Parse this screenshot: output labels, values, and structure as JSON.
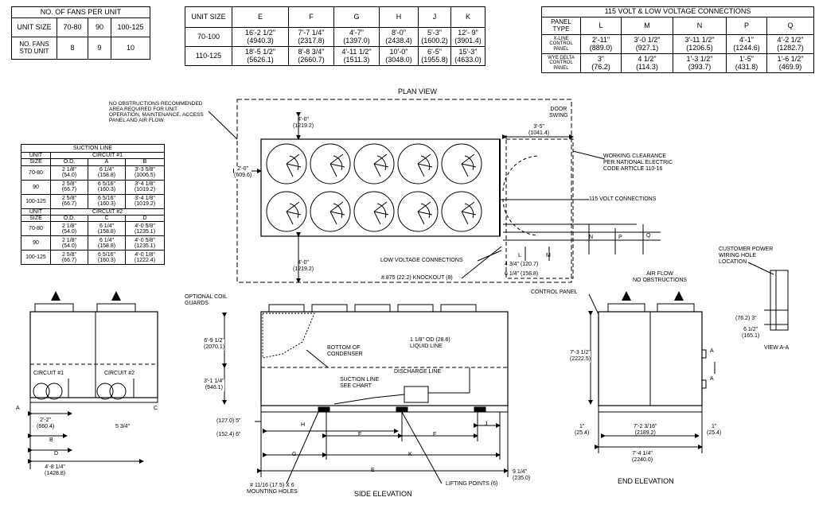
{
  "fans_table": {
    "title": "NO. OF FANS PER UNIT",
    "row1": [
      "UNIT SIZE",
      "70-80",
      "90",
      "100-125"
    ],
    "row2": [
      "NO. FANS\nSTD UNIT",
      "8",
      "9",
      "10"
    ]
  },
  "dims_table": {
    "headers": [
      "UNIT SIZE",
      "E",
      "F",
      "G",
      "H",
      "J",
      "K"
    ],
    "rows": [
      {
        "size": "70-100",
        "cells": [
          [
            "16'-2 1/2\"",
            "(4940.3)"
          ],
          [
            "7'-7 1/4\"",
            "(2317.8)"
          ],
          [
            "4'-7\"",
            "(1397.0)"
          ],
          [
            "8'-0\"",
            "(2438.4)"
          ],
          [
            "5'-3\"",
            "(1600.2)"
          ],
          [
            "12'- 9\"",
            "(3901.4)"
          ]
        ]
      },
      {
        "size": "110-125",
        "cells": [
          [
            "18'-5 1/2\"",
            "(5626.1)"
          ],
          [
            "8'-8 3/4\"",
            "(2660.7)"
          ],
          [
            "4'-11 1/2\"",
            "(1511.3)"
          ],
          [
            "10'-0\"",
            "(3048.0)"
          ],
          [
            "6'-5\"",
            "(1955.8)"
          ],
          [
            "15'-3\"",
            "(4633.0)"
          ]
        ]
      }
    ]
  },
  "volt_table": {
    "title": "115 VOLT & LOW VOLTAGE CONNECTIONS",
    "headers": [
      "PANEL TYPE",
      "L",
      "M",
      "N",
      "P",
      "Q"
    ],
    "rows": [
      {
        "type": "X-LINE CONTROL PANEL",
        "cells": [
          [
            "2'-11\"",
            "(889.0)"
          ],
          [
            "3'-0 1/2\"",
            "(927.1)"
          ],
          [
            "3'-11 1/2\"",
            "(1206.5)"
          ],
          [
            "4'-1\"",
            "(1244.6)"
          ],
          [
            "4'-2 1/2\"",
            "(1282.7)"
          ]
        ]
      },
      {
        "type": "WYE DELTA CONTROL PANEL",
        "cells": [
          [
            "3\"",
            "(76.2)"
          ],
          [
            "4 1/2\"",
            "(114.3)"
          ],
          [
            "1'-3 1/2\"",
            "(393.7)"
          ],
          [
            "1'-5\"",
            "(431.8)"
          ],
          [
            "1'-6 1/2\"",
            "(469.9)"
          ]
        ]
      }
    ]
  },
  "suction_table": {
    "title": "SUCTION LINE",
    "col_unit": "UNIT",
    "col_size": "SIZE",
    "od": "O.D.",
    "circuit1": "CIRCUIT #1",
    "circuit2": "CIRCUIT #2",
    "c1_cols": [
      "A",
      "B"
    ],
    "c2_cols": [
      "C",
      "D"
    ],
    "c1_rows": [
      {
        "size": "70-80",
        "cells": [
          [
            "2 1/8\"",
            "(54.0)"
          ],
          [
            "6 1/4\"",
            "(158.8)"
          ],
          [
            "3'-3 5/8\"",
            "(1006.5)"
          ]
        ]
      },
      {
        "size": "90",
        "cells": [
          [
            "2 5/8\"",
            "(66.7)"
          ],
          [
            "6 5/16\"",
            "(160.3)"
          ],
          [
            "3'-4 1/8\"",
            "(1019.2)"
          ]
        ]
      },
      {
        "size": "100-125",
        "cells": [
          [
            "2 5/8\"",
            "(66.7)"
          ],
          [
            "6 5/16\"",
            "(160.3)"
          ],
          [
            "3'-4 1/8\"",
            "(1019.2)"
          ]
        ]
      }
    ],
    "c2_rows": [
      {
        "size": "70-80",
        "cells": [
          [
            "2 1/8\"",
            "(54.0)"
          ],
          [
            "6 1/4\"",
            "(158.8)"
          ],
          [
            "4'-0 5/8\"",
            "(1235.1)"
          ]
        ]
      },
      {
        "size": "90",
        "cells": [
          [
            "2 1/8\"",
            "(54.0)"
          ],
          [
            "6 1/4\"",
            "(158.8)"
          ],
          [
            "4'-0 5/8\"",
            "(1235.1)"
          ]
        ]
      },
      {
        "size": "100-125",
        "cells": [
          [
            "2 5/8\"",
            "(66.7)"
          ],
          [
            "6 5/16\"",
            "(160.3)"
          ],
          [
            "4'-0 1/8\"",
            "(1222.4)"
          ]
        ]
      }
    ]
  },
  "plan": {
    "title": "PLAN VIEW",
    "obstruction_note": "NO OBSTRUCTIONS RECOMMENDED\nAREA REQUIRED FOR UNIT\nOPERATION, MAINTENANCE, ACCESS\nPANEL AND AIR FLOW",
    "top_clear": "4'-0\"",
    "top_clear_mm": "(1219.2)",
    "bottom_clear": "4'-0\"",
    "bottom_clear_mm": "(1219.2)",
    "left_clear": "2'-0\"",
    "left_clear_mm": "(609.6)",
    "door_swing": "DOOR\nSWING",
    "door_dim": "3'-5\"",
    "door_dim_mm": "(1041.4)",
    "working_clearance": "WORKING CLEARANCE\nPER NATIONAL ELECTRIC\nCODE ARTICLE 110-16",
    "volt_conn": "115 VOLT CONNECTIONS",
    "low_volt": "LOW VOLTAGE CONNECTIONS",
    "knockout": "#.875 (22.2) KNOCKOUT (8)",
    "dim_a": "4 3/4\" (120.7)",
    "dim_b": "6 1/4\" (158.8)",
    "L": "L",
    "M": "M",
    "N": "N",
    "P": "P",
    "Q": "Q"
  },
  "left_view": {
    "circuit1": "CIRCUIT #1",
    "circuit2": "CIRCUIT #2",
    "A": "A",
    "B": "B",
    "C": "C",
    "D": "D",
    "d1": "2'-2\"",
    "d1_mm": "(660.4)",
    "d2": "5 3/4\"",
    "d3": "4'-8 1/4\"",
    "d3_mm": "(1428.8)"
  },
  "side": {
    "title": "SIDE ELEVATION",
    "coil_guards": "OPTIONAL COIL\nGUARDS",
    "height": "6'-9 1/2\"",
    "height_mm": "(2070.1)",
    "bottom_condenser": "BOTTOM OF\nCONDENSER",
    "liquid_line": "1 1/8\" OD (28.6)\nLIQUID LINE",
    "discharge": "DISCHARGE LINE",
    "suction": "SUCTION LINE\nSEE CHART",
    "h2": "3'-1 1/4\"",
    "h2_mm": "(946.1)",
    "d127": "(127.0) 5\"",
    "d152": "(152.4) 6\"",
    "H": "H",
    "F1": "F",
    "F2": "F",
    "J": "J",
    "G": "G",
    "K": "K",
    "E": "E",
    "base": "9 1/4\"",
    "base_mm": "(235.0)",
    "mount": "# 11/16 (17.5) X 6\nMOUNTING HOLES",
    "lifting": "LIFTING POINTS (6)"
  },
  "end_view": {
    "title": "END ELEVATION",
    "control_panel": "CONTROL PANEL",
    "air_flow": "AIR FLOW\nNO OBSTRUCTIONS",
    "height": "7'-3 1/2\"",
    "height_mm": "(2222.5)",
    "left_w": "1\"",
    "left_w_mm": "(25.4)",
    "inner_w": "7'-2 3/16\"",
    "inner_w_mm": "(2189.2)",
    "right_w": "1\"",
    "right_w_mm": "(25.4)",
    "outer_w": "7'-4 1/4\"",
    "outer_w_mm": "(2240.0)",
    "A": "A"
  },
  "view_aa": {
    "note": "CUSTOMER POWER\nWIRING HOLE\nLOCATION",
    "d1": "(76.2) 3\"",
    "d2": "6 1/2\"",
    "d2_mm": "(165.1)",
    "title": "VIEW A-A"
  }
}
